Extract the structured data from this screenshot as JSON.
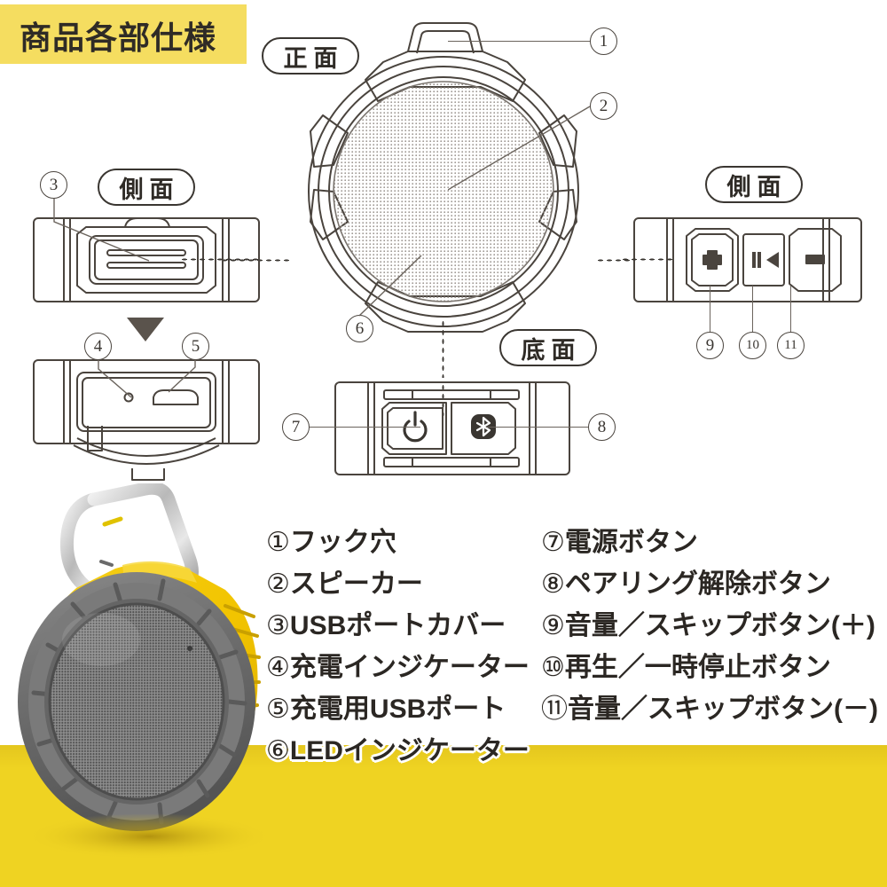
{
  "header": {
    "title": "商品各部仕様",
    "banner_color": "#f5dd60"
  },
  "colors": {
    "banner_yellow": "#f5dd60",
    "band_yellow": "#efd322",
    "line_dark": "#3a3631",
    "leader_gray": "#6b645d",
    "product_yellow": "#f2c300",
    "product_gray": "#6f6f6f"
  },
  "views": [
    {
      "id": "front",
      "title": "正面",
      "callouts": [
        "1",
        "2",
        "6"
      ]
    },
    {
      "id": "side-left",
      "title": "側面",
      "callouts": [
        "3"
      ]
    },
    {
      "id": "side-left-open",
      "title": "",
      "callouts": [
        "4",
        "5"
      ]
    },
    {
      "id": "side-right",
      "title": "側面",
      "callouts": [
        "9",
        "10",
        "11"
      ]
    },
    {
      "id": "bottom",
      "title": "底面",
      "callouts": [
        "7",
        "8"
      ]
    }
  ],
  "view_titles": {
    "front": "正面",
    "side_left": "側面",
    "side_right": "側面",
    "bottom": "底面"
  },
  "callout_numbers": {
    "n1": "①",
    "n2": "②",
    "n3": "③",
    "n4": "④",
    "n5": "⑤",
    "n6": "⑥",
    "n7": "⑦",
    "n8": "⑧",
    "n9": "⑨",
    "n10": "⑩",
    "n11": "⑪",
    "c1": "1",
    "c2": "2",
    "c3": "3",
    "c4": "4",
    "c5": "5",
    "c6": "6",
    "c7": "7",
    "c8": "8",
    "c9": "9",
    "c10": "10",
    "c11": "11"
  },
  "buttons": {
    "volume_up": "＋",
    "play_pause": "▌◁",
    "volume_down": "－",
    "power": "⏻",
    "bluetooth": "ᛒ"
  },
  "legend": {
    "left": [
      {
        "num": "①",
        "label": "フック穴"
      },
      {
        "num": "②",
        "label": "スピーカー"
      },
      {
        "num": "③",
        "label": "USBポートカバー"
      },
      {
        "num": "④",
        "label": "充電インジケーター"
      },
      {
        "num": "⑤",
        "label": "充電用USBポート"
      },
      {
        "num": "⑥",
        "label": "LEDインジケーター"
      }
    ],
    "right": [
      {
        "num": "⑦",
        "label": "電源ボタン"
      },
      {
        "num": "⑧",
        "label": "ペアリング解除ボタン"
      },
      {
        "num": "⑨",
        "label": "音量／スキップボタン(＋)"
      },
      {
        "num": "⑩",
        "label": "再生／一時停止ボタン"
      },
      {
        "num": "⑪",
        "label": "音量／スキップボタン(－)"
      }
    ]
  }
}
